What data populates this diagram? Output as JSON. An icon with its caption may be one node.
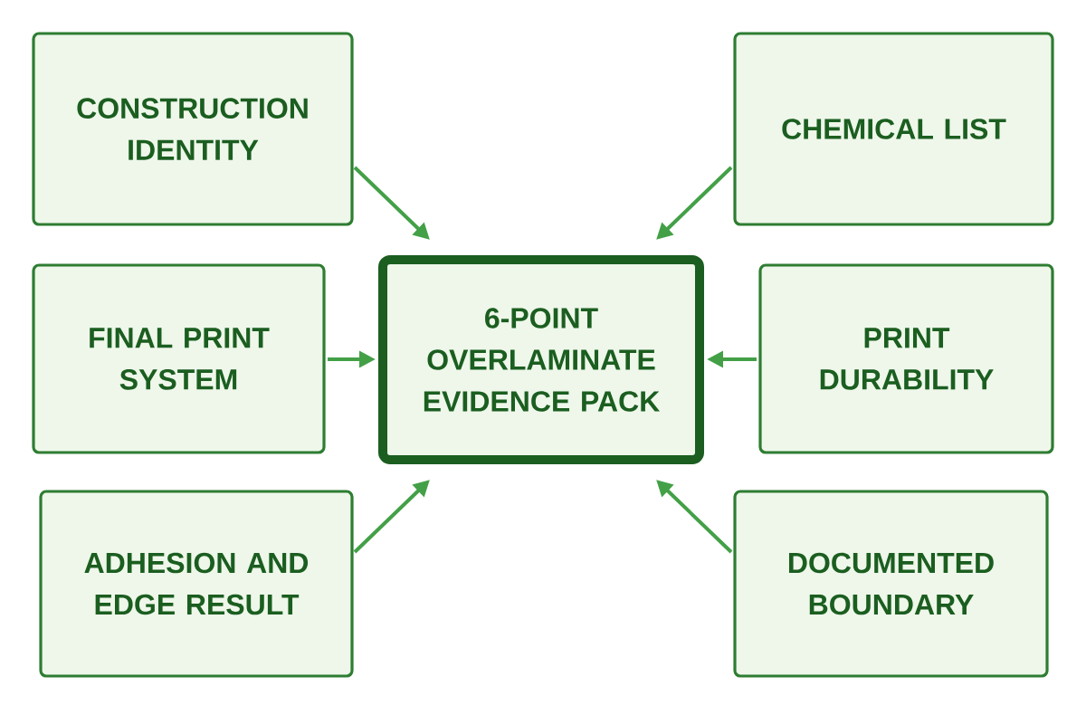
{
  "diagram": {
    "nodes": [
      {
        "text": [
          "CONSTRUCTION IDENTITY"
        ]
      },
      {
        "text": [
          "CHEMICAL LIST"
        ]
      },
      {
        "text": [
          "FINAL PRINT SYSTEM"
        ]
      },
      {
        "text": [
          "6-POINT OVERLAMINATE EVIDENCE PACK"
        ]
      },
      {
        "text": [
          "PRINT DURABILITY"
        ]
      },
      {
        "text": [
          "ADHESION AND EDGE RESULT"
        ]
      },
      {
        "text": [
          "DOCUMENTED BOUNDARY"
        ]
      }
    ],
    "edges": [
      {
        "from": 0,
        "to": 3,
        "arrow": "to"
      },
      {
        "from": 1,
        "to": 3,
        "arrow": "to"
      },
      {
        "from": 2,
        "to": 3,
        "arrow": "to"
      },
      {
        "from": 4,
        "to": 3,
        "arrow": "to"
      },
      {
        "from": 5,
        "to": 3,
        "arrow": "to"
      },
      {
        "from": 6,
        "to": 3,
        "arrow": "to"
      }
    ]
  }
}
